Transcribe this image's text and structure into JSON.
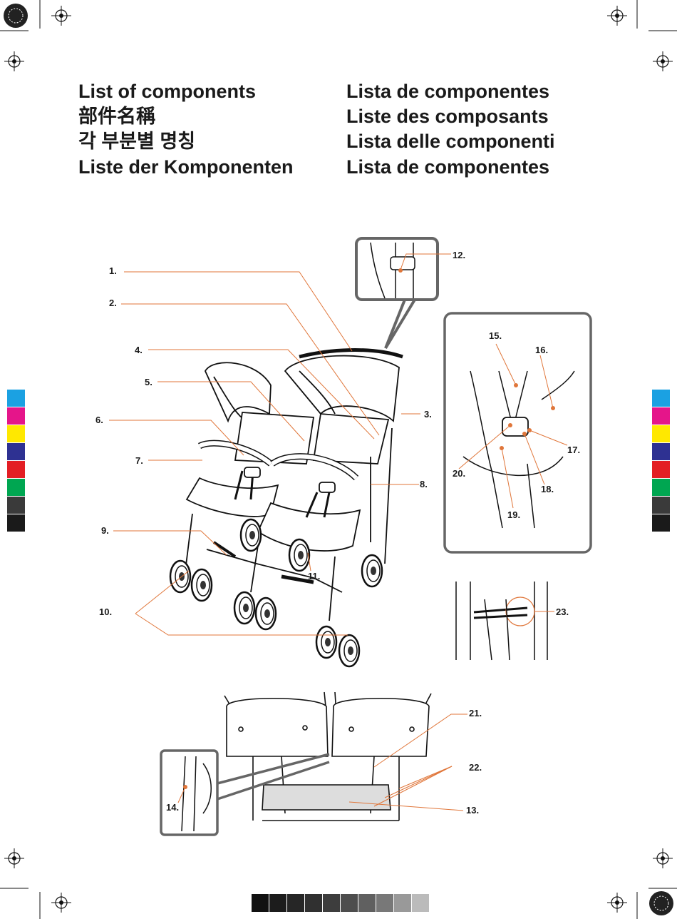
{
  "titles": {
    "left": [
      "List of components",
      "部件名稱",
      "각 부분별 명칭",
      "Liste der Komponenten"
    ],
    "right": [
      "Lista de componentes",
      "Liste des composants",
      "Lista delle componenti",
      "Lista de componentes"
    ]
  },
  "callouts": {
    "n1": "1.",
    "n2": "2.",
    "n3": "3.",
    "n4": "4.",
    "n5": "5.",
    "n6": "6.",
    "n7": "7.",
    "n8": "8.",
    "n9": "9.",
    "n10": "10.",
    "n11": "11.",
    "n12": "12.",
    "n13": "13.",
    "n14": "14.",
    "n15": "15.",
    "n16": "16.",
    "n17": "17.",
    "n18": "18.",
    "n19": "19.",
    "n20": "20.",
    "n21": "21.",
    "n22": "22.",
    "n23": "23."
  },
  "colors": {
    "leader": "#e0763a",
    "registration_bar": [
      "#1ba1e2",
      "#e5158a",
      "#ffe800",
      "#2e3192",
      "#e31e24",
      "#00a651",
      "#3a3a3a",
      "#1a1a1a"
    ],
    "gray_strip": [
      "#111111",
      "#1c1c1c",
      "#262626",
      "#303030",
      "#3d3d3d",
      "#4d4d4d",
      "#606060",
      "#787878",
      "#999999",
      "#bbbbbb",
      "#d9d9d9"
    ]
  }
}
